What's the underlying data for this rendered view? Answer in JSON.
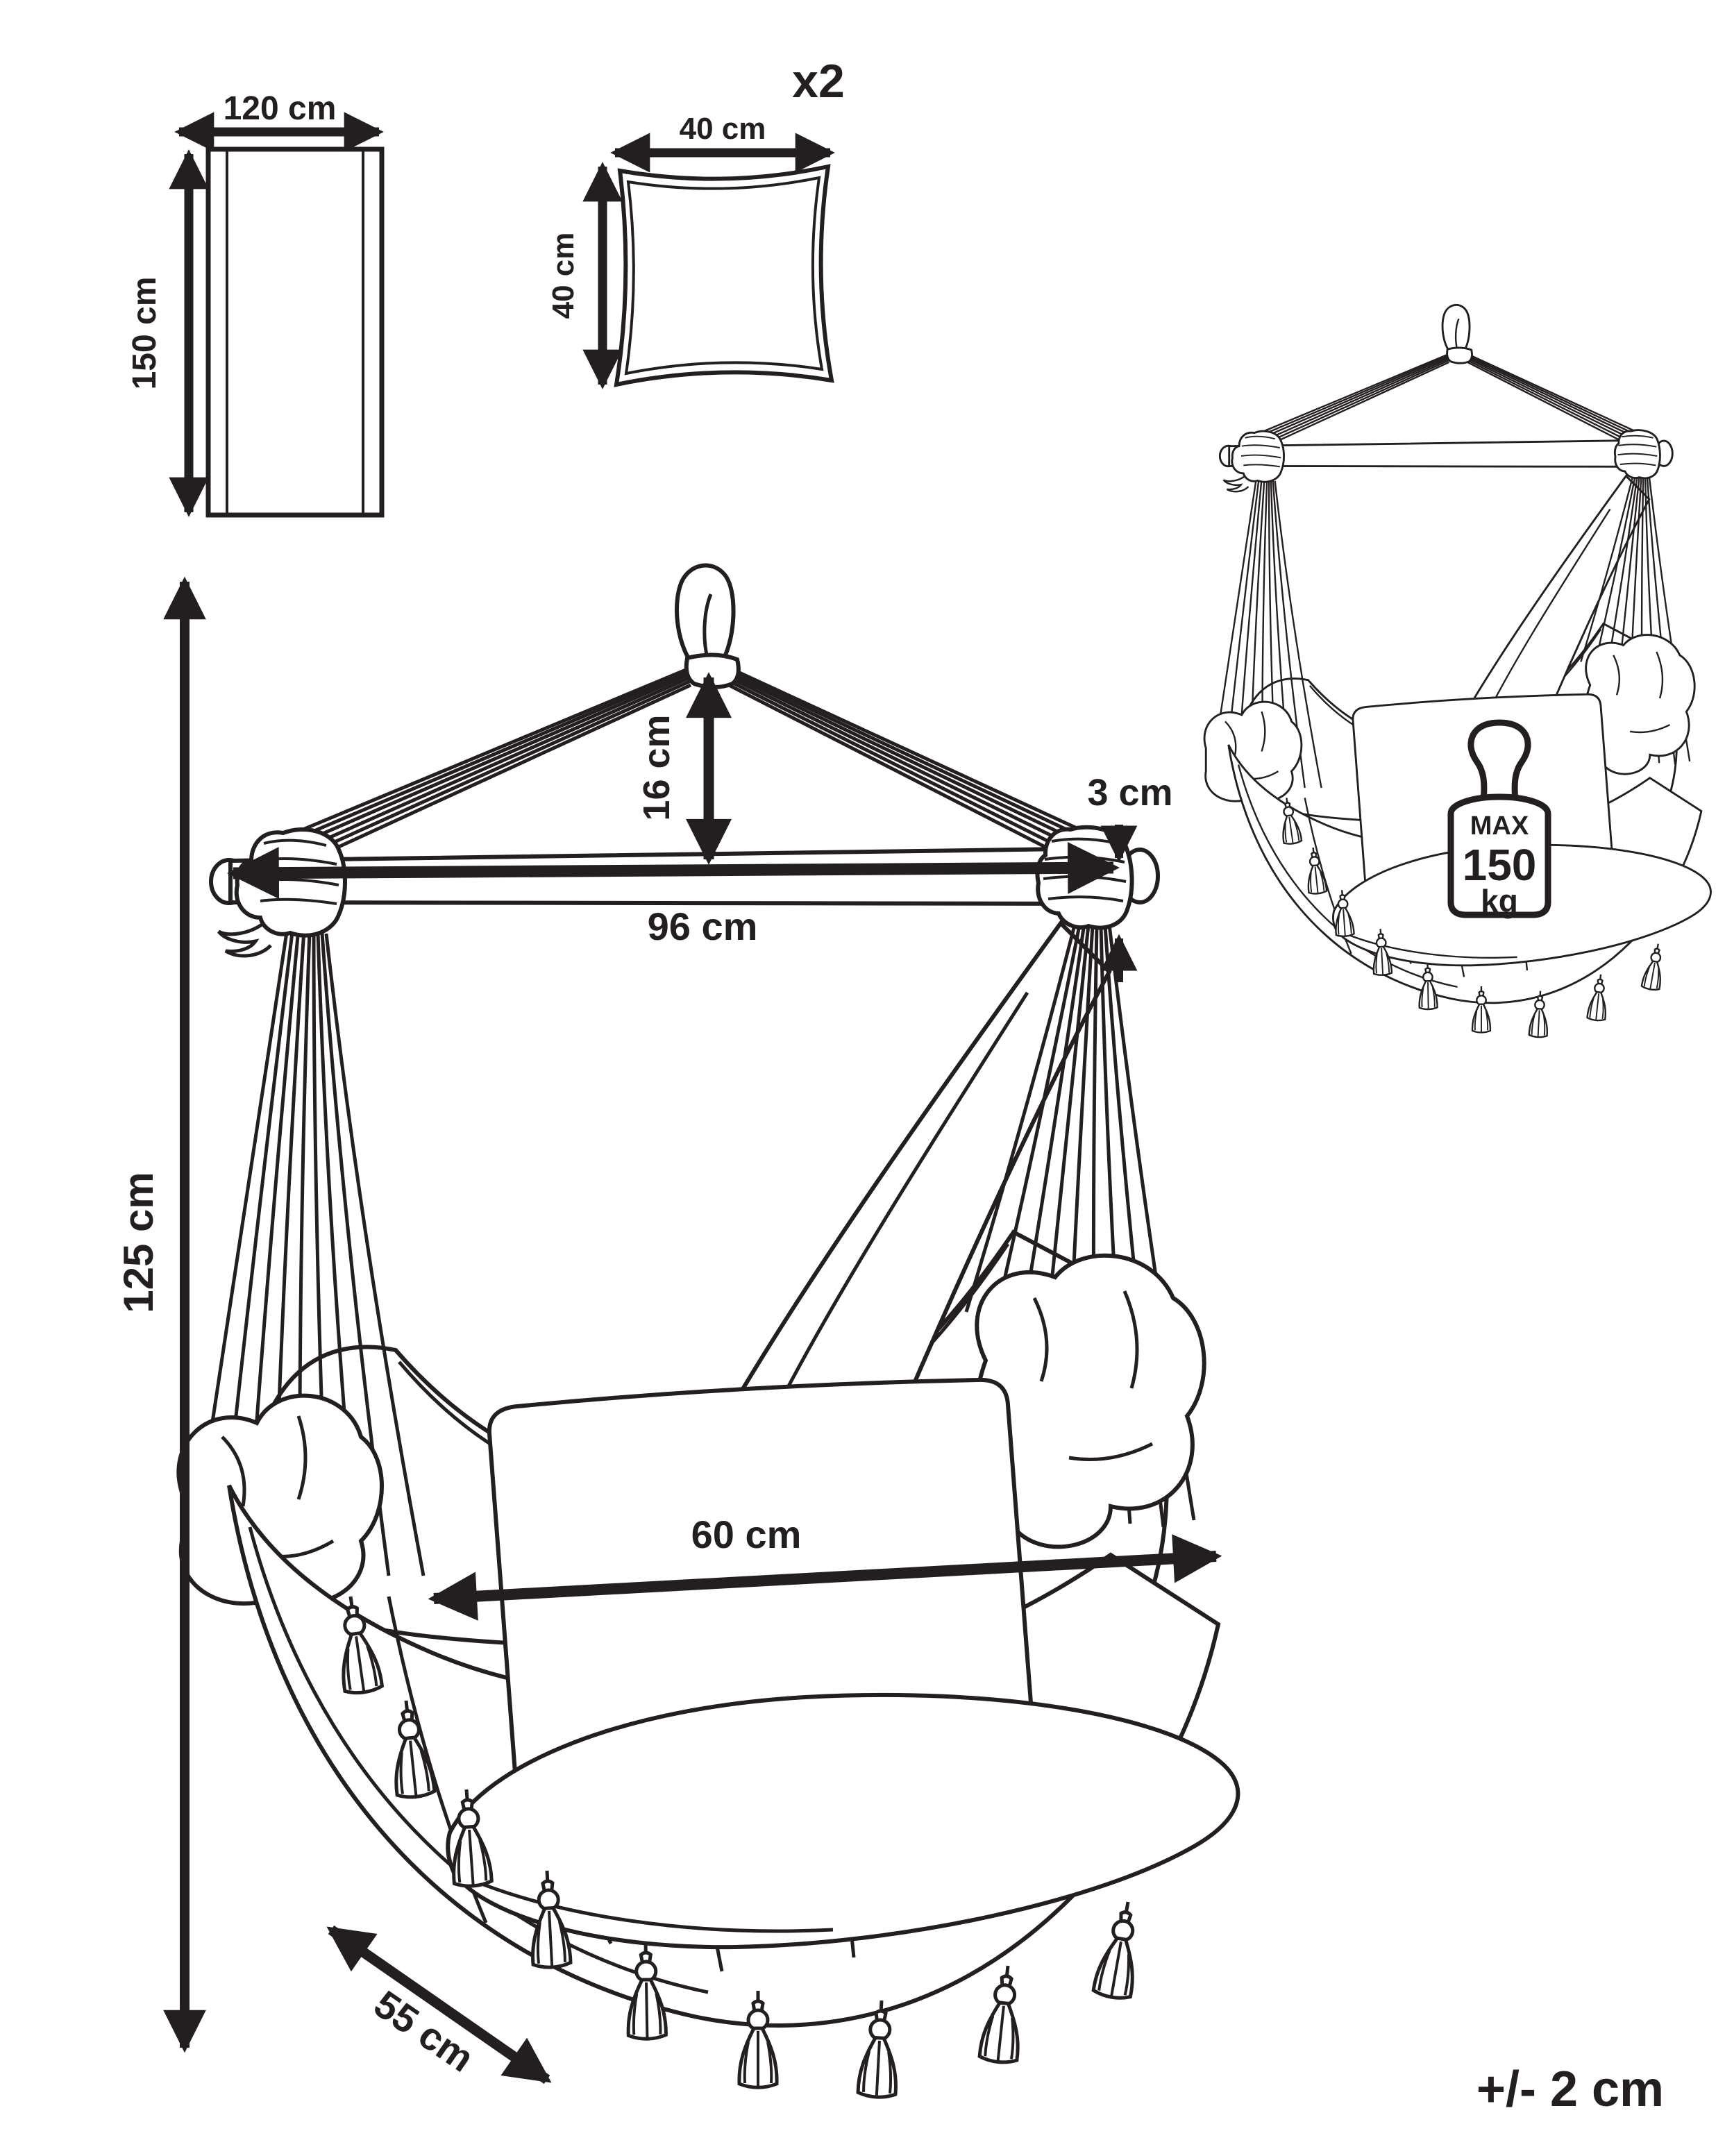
{
  "colors": {
    "ink": "#231f20",
    "background": "#ffffff"
  },
  "fabric_panel": {
    "width_label": "120 cm",
    "height_label": "150 cm"
  },
  "cushion": {
    "quantity_label": "x2",
    "width_label": "40 cm",
    "height_label": "40 cm"
  },
  "chair": {
    "total_height_label": "125 cm",
    "rope_drop_label": "16 cm",
    "bar_length_label": "96 cm",
    "bar_thickness_label": "3 cm",
    "seat_width_label": "60 cm",
    "seat_depth_label": "55 cm"
  },
  "weight_limit": {
    "max_label": "MAX",
    "value_label": "150",
    "unit_label": "kg"
  },
  "tolerance_label": "+/- 2 cm"
}
